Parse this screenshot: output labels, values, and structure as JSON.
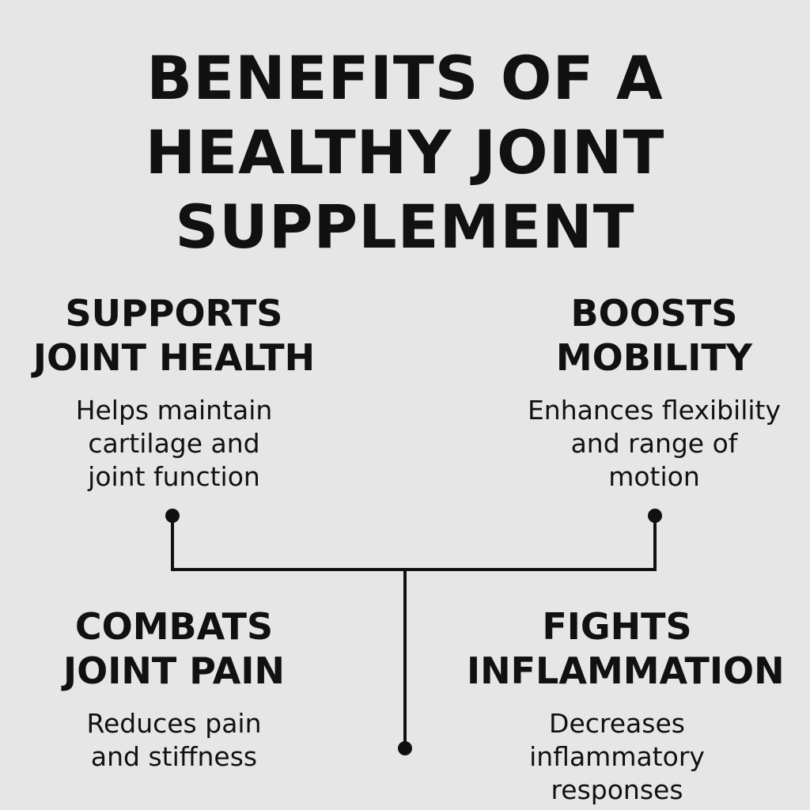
{
  "title": {
    "lines": [
      "BENEFITS OF A",
      "HEALTHY JOINT",
      "SUPPLEMENT"
    ]
  },
  "benefits": [
    {
      "heading_lines": [
        "SUPPORTS",
        "JOINT HEALTH"
      ],
      "description_lines": [
        "Helps maintain",
        "cartilage and",
        "joint function"
      ]
    },
    {
      "heading_lines": [
        "BOOSTS",
        "MOBILITY"
      ],
      "description_lines": [
        "Enhances flexibility",
        "and range of",
        "motion"
      ]
    },
    {
      "heading_lines": [
        "COMBATS",
        "JOINT PAIN"
      ],
      "description_lines": [
        "Reduces pain",
        "and stiffness"
      ]
    },
    {
      "heading_lines": [
        "FIGHTS",
        "INFLAMMATION"
      ],
      "description_lines": [
        "Decreases",
        "inflammatory",
        "responses"
      ]
    }
  ],
  "colors": {
    "background": "#e6e6e6",
    "text": "#111111",
    "line": "#111111"
  }
}
